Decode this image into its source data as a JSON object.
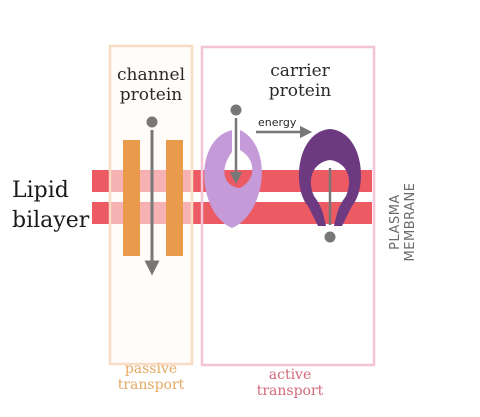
{
  "labels": {
    "channel_line1": "channel",
    "channel_line2": "protein",
    "carrier_line1": "carrier",
    "carrier_line2": "protein",
    "energy": "energy",
    "lipid_line1": "Lipid",
    "lipid_line2": "bilayer",
    "passive_line1": "passive",
    "passive_line2": "transport",
    "active_line1": "active",
    "active_line2": "transport",
    "membrane_line1": "PLASMA",
    "membrane_line2": "MEMBRANE"
  },
  "colors": {
    "bilayer": "#ec5a63",
    "channel_protein": "#e99a4b",
    "carrier_open": "#c59ad8",
    "carrier_closed": "#6d3a82",
    "arrow": "#777777",
    "passive_box": "#f8dcc4",
    "active_box": "#f4c4d6"
  },
  "icons": {
    "solute": "solute-dot-icon",
    "transport_arrow": "arrow-down-icon",
    "energy_arrow": "arrow-right-icon"
  }
}
